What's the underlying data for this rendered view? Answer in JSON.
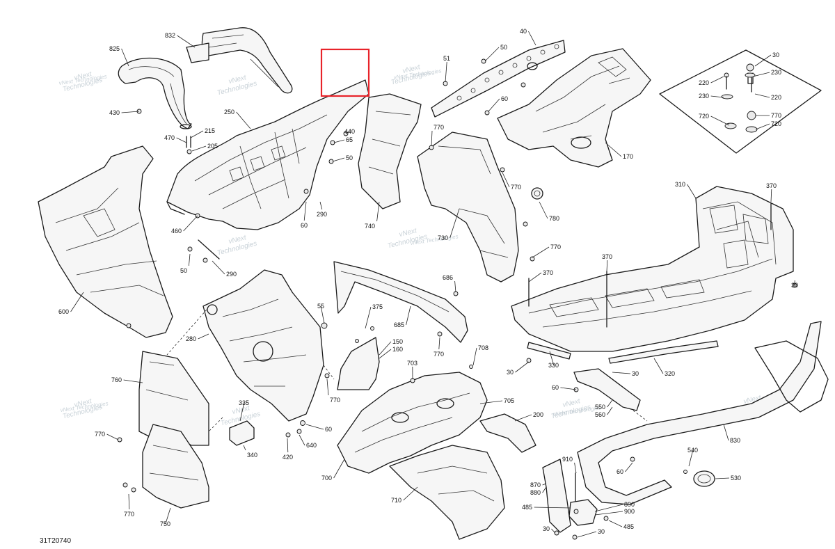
{
  "diagram_id": "31T20740",
  "watermark": {
    "line1": "vNext",
    "line2": "Technologies",
    "combined": "vNext Technologies"
  },
  "highlight_color": "#e8232a",
  "callouts": [
    {
      "id": "c832",
      "label": "832"
    },
    {
      "id": "c825",
      "label": "825"
    },
    {
      "id": "c430",
      "label": "430"
    },
    {
      "id": "c470",
      "label": "470"
    },
    {
      "id": "c215",
      "label": "215"
    },
    {
      "id": "c205",
      "label": "205"
    },
    {
      "id": "c250",
      "label": "250"
    },
    {
      "id": "c440",
      "label": "440"
    },
    {
      "id": "c65",
      "label": "65"
    },
    {
      "id": "c50a",
      "label": "50"
    },
    {
      "id": "c460",
      "label": "460"
    },
    {
      "id": "c60a",
      "label": "60"
    },
    {
      "id": "c290a",
      "label": "290"
    },
    {
      "id": "c50b",
      "label": "50"
    },
    {
      "id": "c290b",
      "label": "290"
    },
    {
      "id": "c600",
      "label": "600"
    },
    {
      "id": "c40",
      "label": "40"
    },
    {
      "id": "c51",
      "label": "51"
    },
    {
      "id": "c50c",
      "label": "50"
    },
    {
      "id": "c60b",
      "label": "60"
    },
    {
      "id": "c170",
      "label": "170"
    },
    {
      "id": "c770a",
      "label": "770"
    },
    {
      "id": "c770b",
      "label": "770"
    },
    {
      "id": "c740",
      "label": "740"
    },
    {
      "id": "c730",
      "label": "730"
    },
    {
      "id": "c780",
      "label": "780"
    },
    {
      "id": "c770c",
      "label": "770"
    },
    {
      "id": "c30a",
      "label": "30"
    },
    {
      "id": "c230a",
      "label": "230"
    },
    {
      "id": "c220a",
      "label": "220"
    },
    {
      "id": "c230b",
      "label": "230"
    },
    {
      "id": "c220b",
      "label": "220"
    },
    {
      "id": "c720a",
      "label": "720"
    },
    {
      "id": "c770d",
      "label": "770"
    },
    {
      "id": "c720b",
      "label": "720"
    },
    {
      "id": "c310",
      "label": "310"
    },
    {
      "id": "c370a",
      "label": "370"
    },
    {
      "id": "c370b",
      "label": "370"
    },
    {
      "id": "c370c",
      "label": "370"
    },
    {
      "id": "c30b",
      "label": "30"
    },
    {
      "id": "c686",
      "label": "686"
    },
    {
      "id": "c685",
      "label": "685"
    },
    {
      "id": "c770e",
      "label": "770"
    },
    {
      "id": "c55",
      "label": "55"
    },
    {
      "id": "c375",
      "label": "375"
    },
    {
      "id": "c280",
      "label": "280"
    },
    {
      "id": "c150",
      "label": "150"
    },
    {
      "id": "c160",
      "label": "160"
    },
    {
      "id": "c708",
      "label": "708"
    },
    {
      "id": "c703",
      "label": "703"
    },
    {
      "id": "c770f",
      "label": "770"
    },
    {
      "id": "c760",
      "label": "760"
    },
    {
      "id": "c335",
      "label": "335"
    },
    {
      "id": "c60c",
      "label": "60"
    },
    {
      "id": "c640",
      "label": "640"
    },
    {
      "id": "c420",
      "label": "420"
    },
    {
      "id": "c340",
      "label": "340"
    },
    {
      "id": "c770g",
      "label": "770"
    },
    {
      "id": "c770h",
      "label": "770"
    },
    {
      "id": "c750",
      "label": "750"
    },
    {
      "id": "c705",
      "label": "705"
    },
    {
      "id": "c700",
      "label": "700"
    },
    {
      "id": "c710",
      "label": "710"
    },
    {
      "id": "c200",
      "label": "200"
    },
    {
      "id": "c330",
      "label": "330"
    },
    {
      "id": "c30c",
      "label": "30"
    },
    {
      "id": "c320",
      "label": "320"
    },
    {
      "id": "c30d",
      "label": "30"
    },
    {
      "id": "c60d",
      "label": "60"
    },
    {
      "id": "c550",
      "label": "550"
    },
    {
      "id": "c560",
      "label": "560"
    },
    {
      "id": "c830",
      "label": "830"
    },
    {
      "id": "c540",
      "label": "540"
    },
    {
      "id": "c530",
      "label": "530"
    },
    {
      "id": "c60e",
      "label": "60"
    },
    {
      "id": "c910",
      "label": "910"
    },
    {
      "id": "c870",
      "label": "870"
    },
    {
      "id": "c880",
      "label": "880"
    },
    {
      "id": "c890",
      "label": "890"
    },
    {
      "id": "c900",
      "label": "900"
    },
    {
      "id": "c485a",
      "label": "485"
    },
    {
      "id": "c485b",
      "label": "485"
    },
    {
      "id": "c30e",
      "label": "30"
    },
    {
      "id": "c30f",
      "label": "30"
    }
  ]
}
